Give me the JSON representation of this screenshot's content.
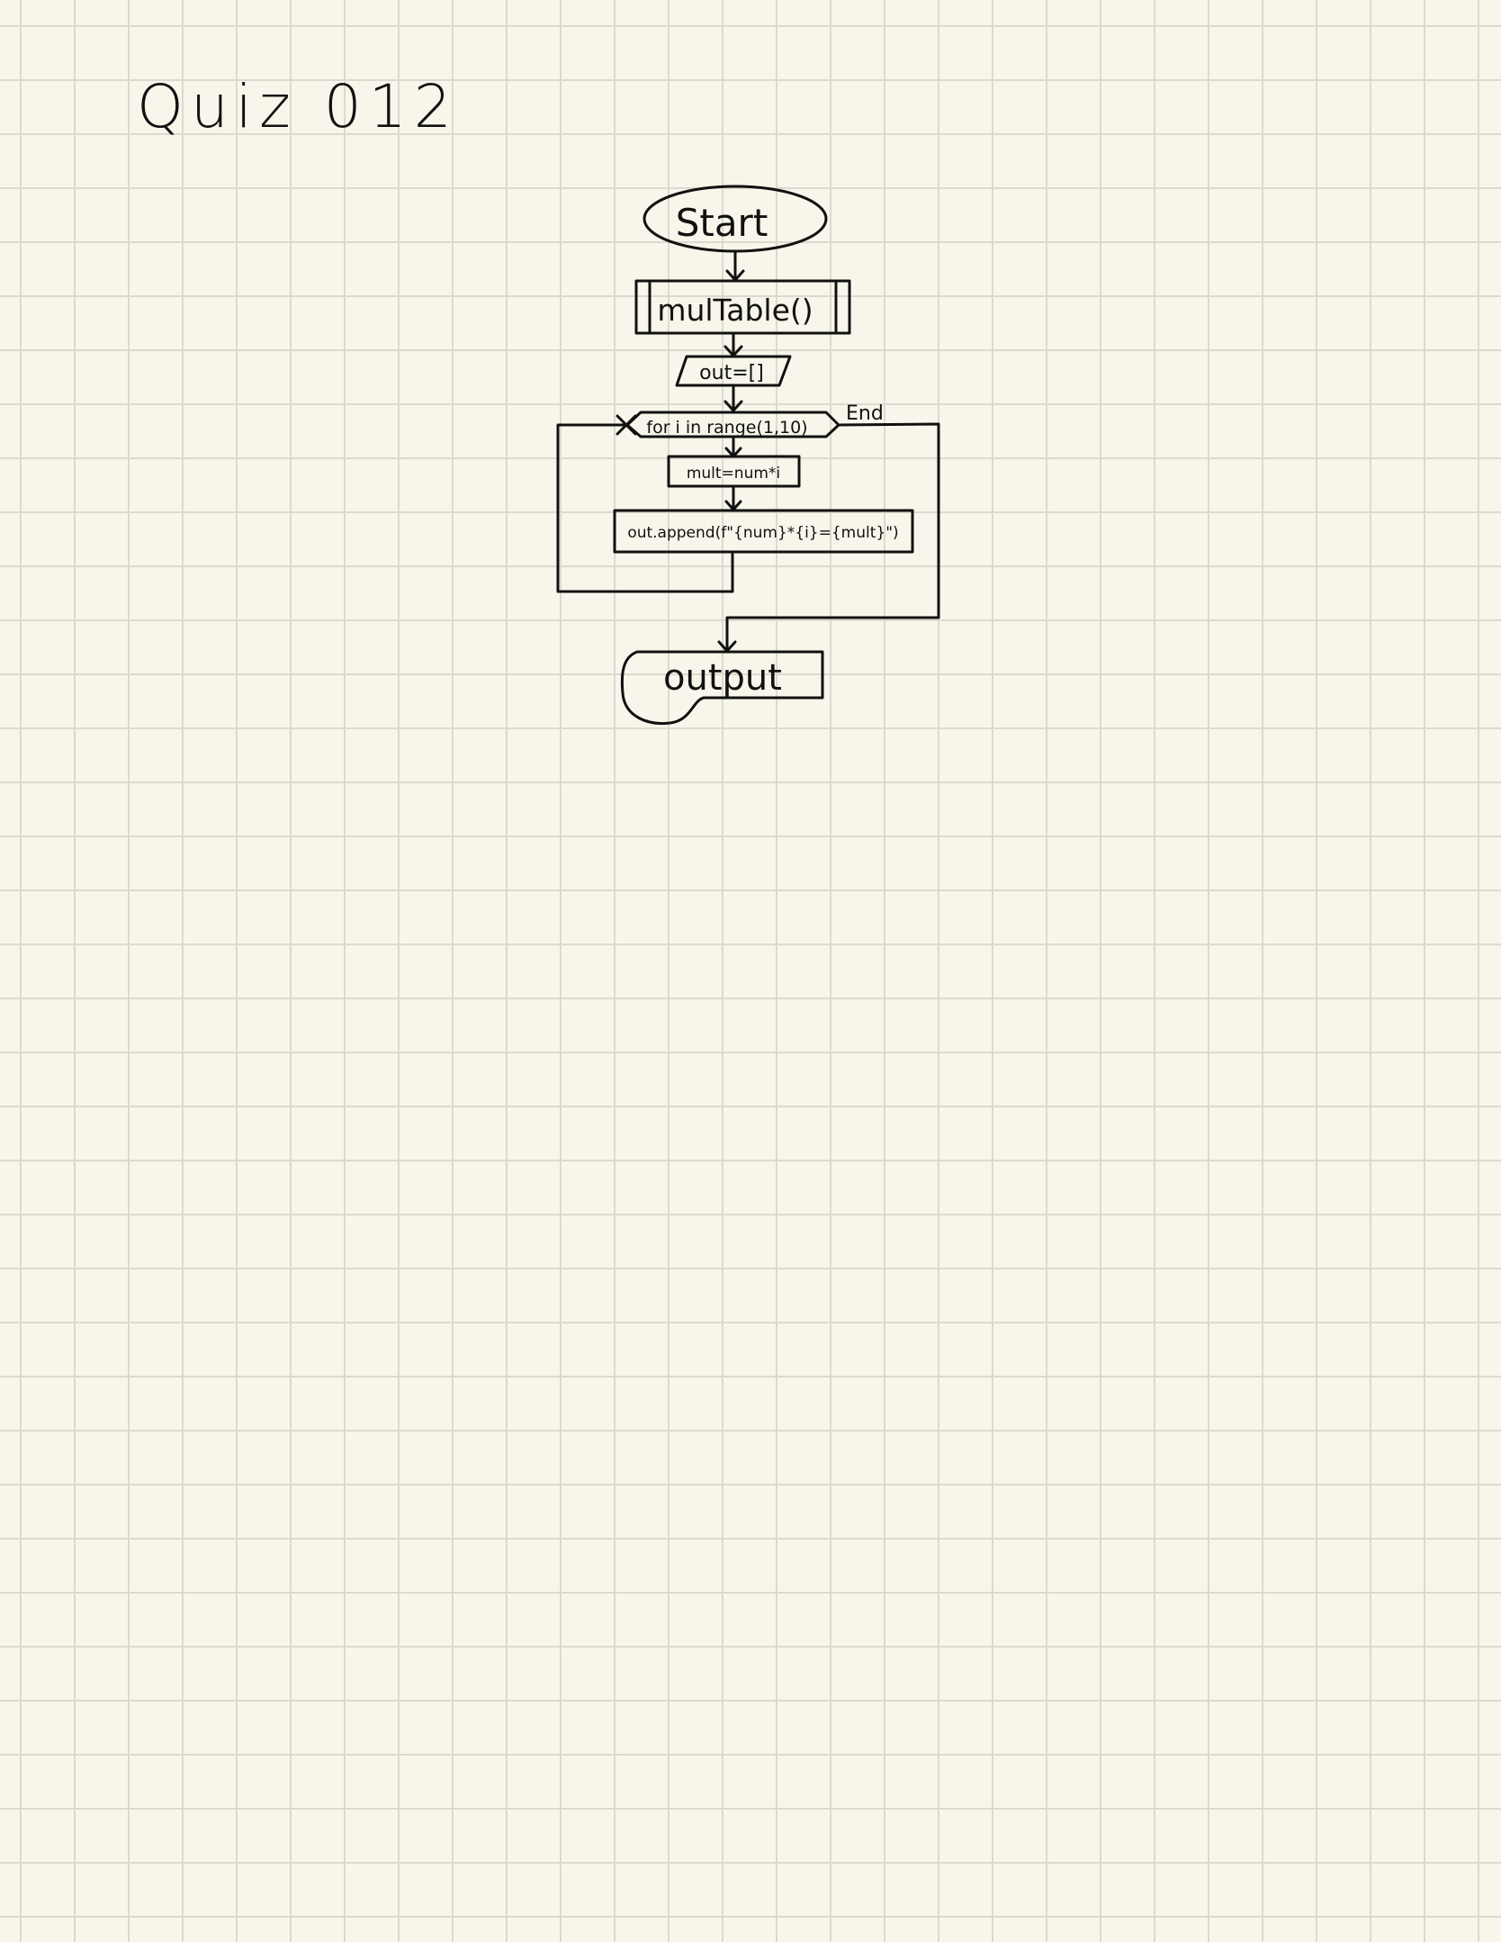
{
  "page": {
    "title": "Quiz 012"
  },
  "flowchart": {
    "start_label": "Start",
    "subroutine_label": "mulTable()",
    "init_label": "out=[]",
    "loop_label": "for i in range(1,10)",
    "end_label": "End",
    "calc_label": "mult=num*i",
    "append_label": "out.append(f\"{num}*{i}={mult}\")",
    "output_label": "output"
  }
}
